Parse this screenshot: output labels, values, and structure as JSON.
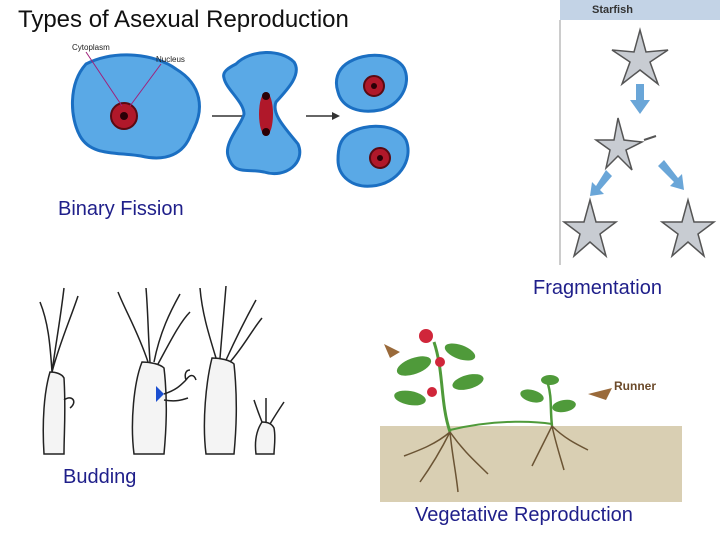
{
  "slide": {
    "title": "Types of Asexual Reproduction"
  },
  "binary_fission": {
    "caption": "Binary Fission",
    "label_cytoplasm": "Cytoplasm",
    "label_nucleus": "Nucleus"
  },
  "fragmentation": {
    "caption": "Fragmentation",
    "panel_header": "Starfish"
  },
  "budding": {
    "caption": "Budding"
  },
  "vegetative": {
    "caption": "Vegetative Reproduction",
    "label_runner": "Runner"
  },
  "colors": {
    "cell_fill": "#5aa9e6",
    "cell_stroke": "#1b6fc2",
    "nucleus": "#b0182a",
    "caption_text": "#1f1f8a",
    "starfish_fill": "#c8ccd2",
    "arrow_blue": "#6aa6d8",
    "soil": "#d9cfb3",
    "plant_green": "#4f9a3a",
    "runner_brown": "#9a6a3a"
  }
}
